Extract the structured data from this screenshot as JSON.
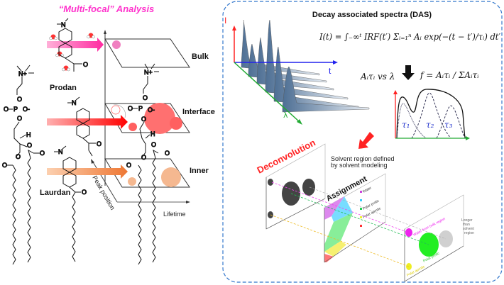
{
  "left_panel": {
    "title": "“Multi-focal” Analysis",
    "title_color": "#ff33cc",
    "layers": [
      {
        "label": "Bulk",
        "color": "#f080c0"
      },
      {
        "label": "Interface",
        "color": "#ff6060"
      },
      {
        "label": "Inner",
        "color": "#f2a070"
      }
    ],
    "probes": {
      "prodan": "Prodan",
      "laurdan": "Laurdan"
    },
    "axes": {
      "peak": "Peak position",
      "lifetime": "Lifetime"
    },
    "chem": {
      "n_plus": "N+",
      "o": "O",
      "p": "P",
      "o_minus": "O-",
      "h": "H",
      "n": "N"
    }
  },
  "right_panel": {
    "das_title": "Decay associated spectra (DAS)",
    "formula": "I(t) = ∫₋∞ᵗ IRF(t′) Σᵢ₌₁ⁿ Aᵢ exp(−(t − t′)/τᵢ) dt′",
    "axis_i": "I",
    "axis_t": "t",
    "axis_lambda": "λ",
    "vs_label": "Aᵢτᵢ vs λ",
    "fraction_formula": "f = Aᵢτᵢ / ΣAᵢτᵢ",
    "taus": [
      "τ₁",
      "τ₂",
      "τ₃"
    ],
    "deconvolution": "Deconvolution",
    "solvent_note_1": "Solvent region defined",
    "solvent_note_2": "by solvent modeling",
    "assignment": "Assignment",
    "legend": [
      {
        "label": "Water",
        "color": "#cc44dd"
      },
      {
        "label": "",
        "color": "#33ccff"
      },
      {
        "label": "Polar protic",
        "color": "#22cc55"
      },
      {
        "label": "Polar aprotic",
        "color": "#eeee33"
      },
      {
        "label": "",
        "color": "#ff3333"
      }
    ],
    "result_labels": {
      "water": "Water from bulk region",
      "protic": "Polar protic",
      "aprotic": "Polar aprotic",
      "longer_1": "Longer",
      "longer_2": "than",
      "longer_3": "solvent",
      "longer_4": "region"
    },
    "frame_color": "#3377cc"
  }
}
